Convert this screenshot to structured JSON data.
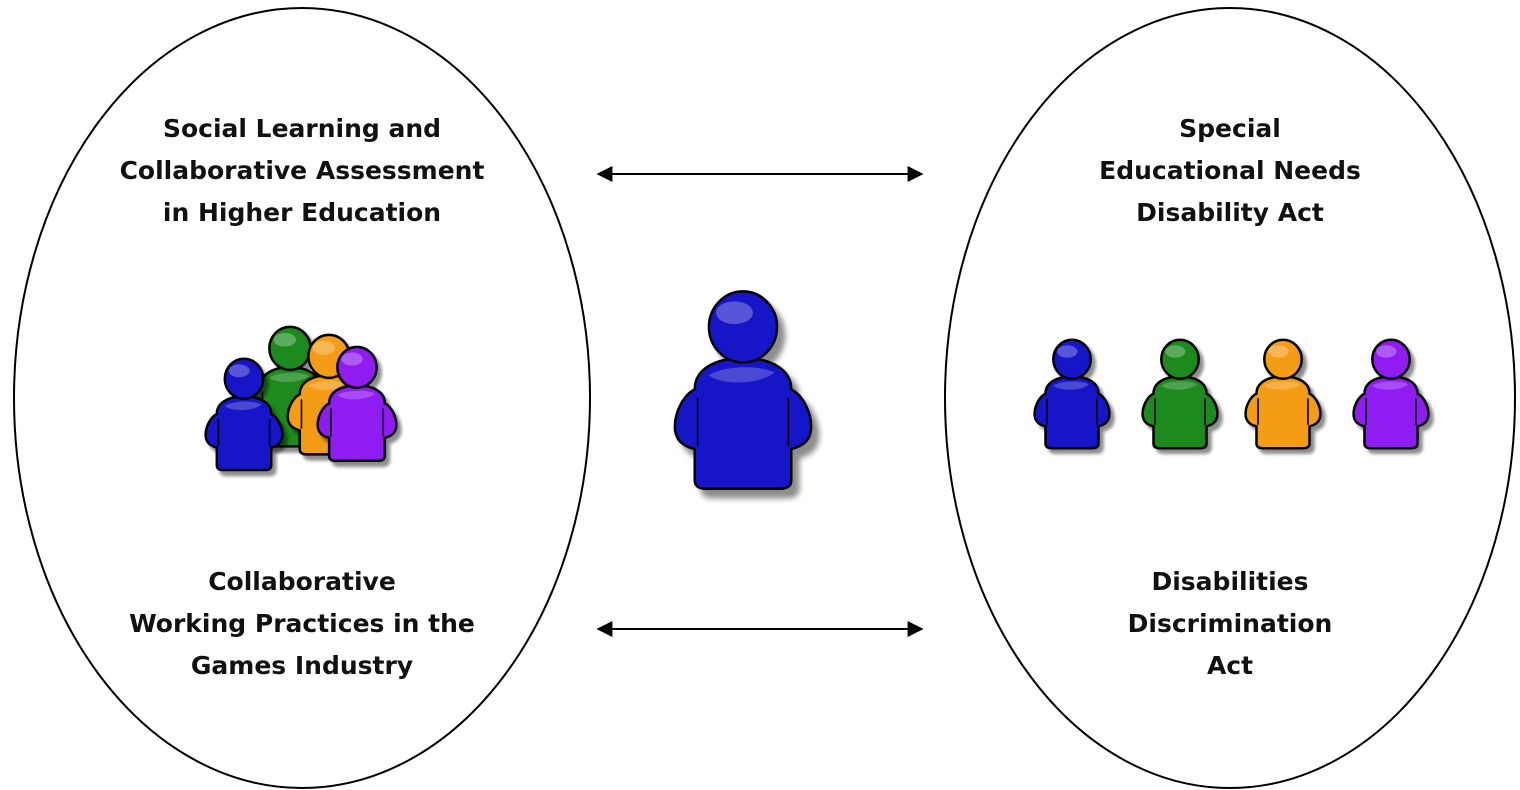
{
  "colors": {
    "blue": "#1515c8",
    "green": "#1c8a1c",
    "orange": "#f59c12",
    "purple": "#8f1bf0",
    "outline": "#000000",
    "shadow": "#7a7a7a"
  },
  "left_oval": {
    "top_label": [
      "Social Learning and",
      "Collaborative Assessment",
      "in Higher Education"
    ],
    "bottom_label": [
      "Collaborative",
      "Working Practices in the",
      "Games Industry"
    ],
    "group_icon": {
      "name": "people-group-icon",
      "people": [
        "green",
        "orange",
        "blue",
        "purple"
      ]
    }
  },
  "right_oval": {
    "top_label": [
      "Special",
      "Educational Needs",
      "Disability Act"
    ],
    "bottom_label": [
      "Disabilities",
      "Discrimination",
      "Act"
    ],
    "row_icons": {
      "name": "people-row-icon",
      "people": [
        "blue",
        "green",
        "orange",
        "purple"
      ]
    }
  },
  "center": {
    "icon": "person-icon",
    "color": "blue"
  },
  "arrows": [
    "double-headed-arrow",
    "double-headed-arrow"
  ]
}
